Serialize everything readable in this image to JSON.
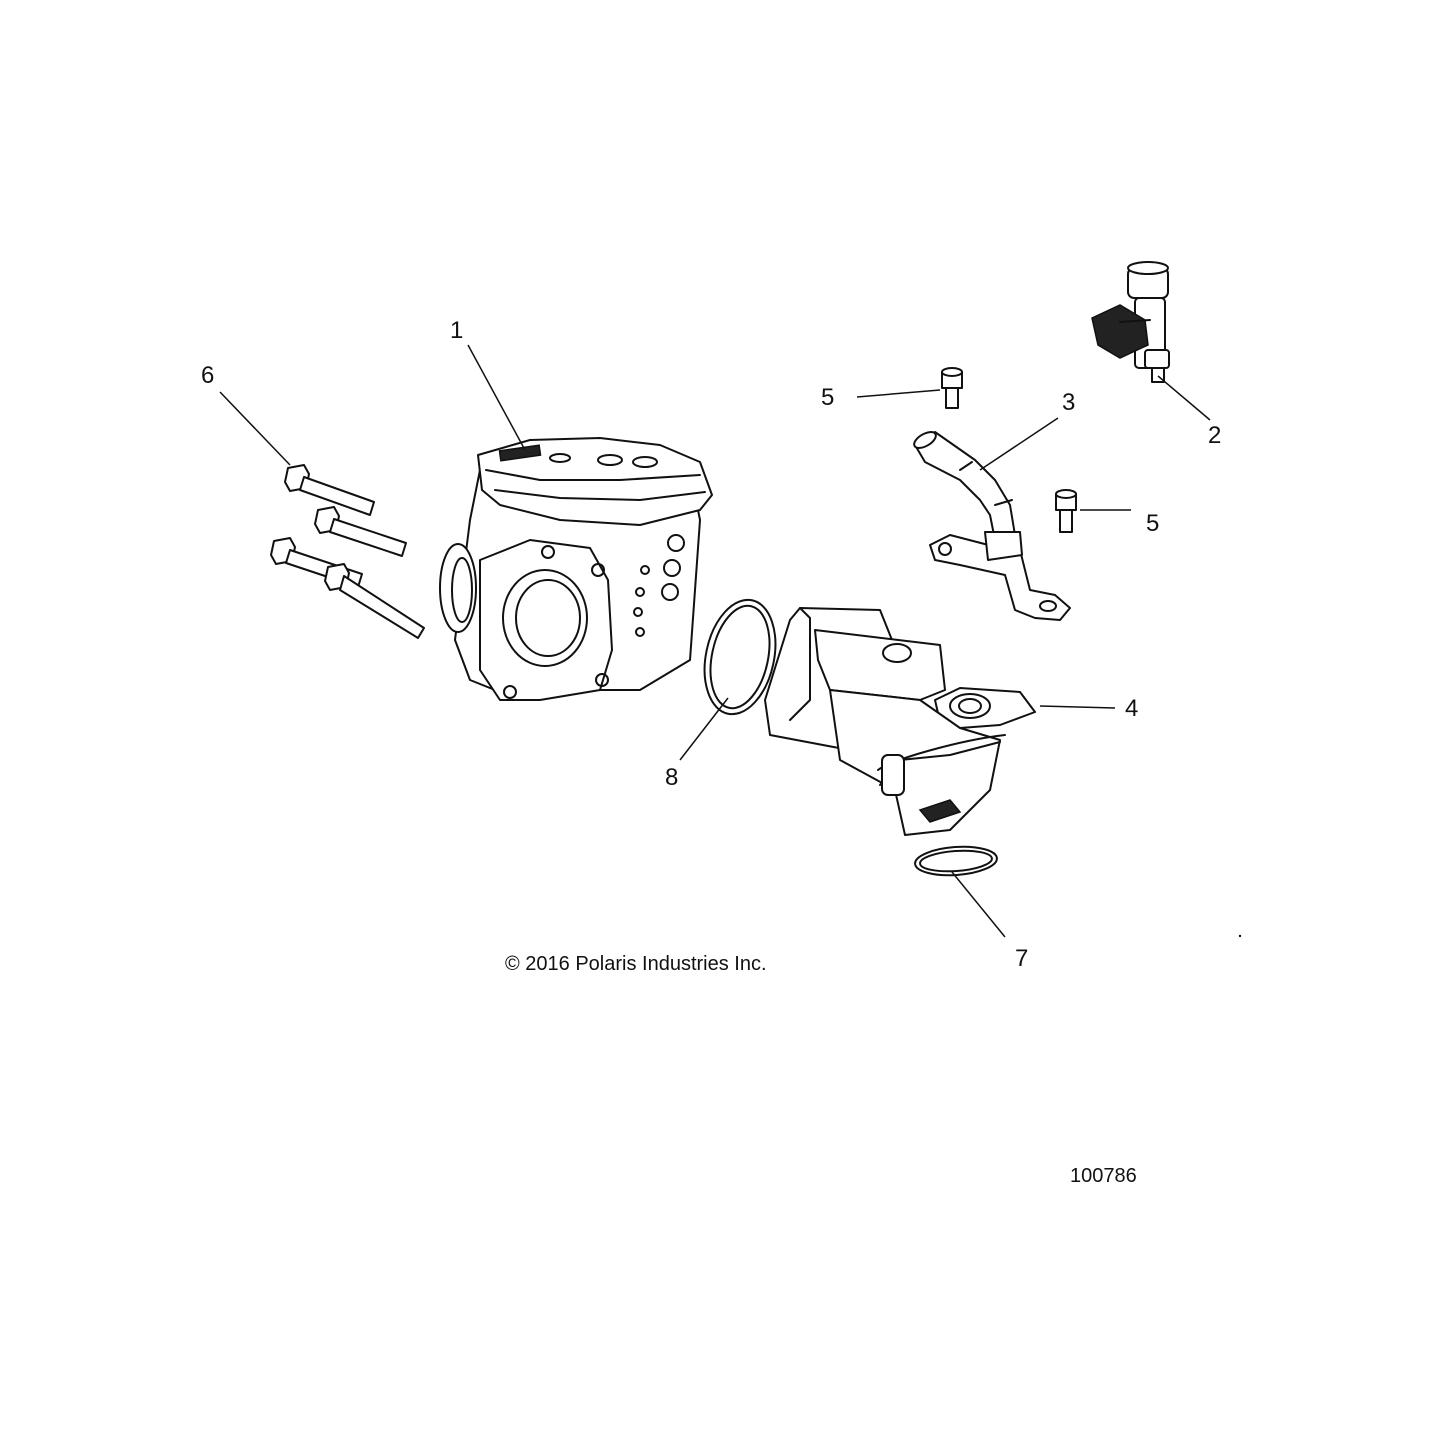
{
  "callouts": {
    "c1": "1",
    "c2": "2",
    "c3": "3",
    "c4": "4",
    "c5a": "5",
    "c5b": "5",
    "c6": "6",
    "c7": "7",
    "c8": "8"
  },
  "copyright": "© 2016 Polaris Industries Inc.",
  "figure_number": "100786",
  "colors": {
    "line": "#111111",
    "background": "#ffffff"
  }
}
